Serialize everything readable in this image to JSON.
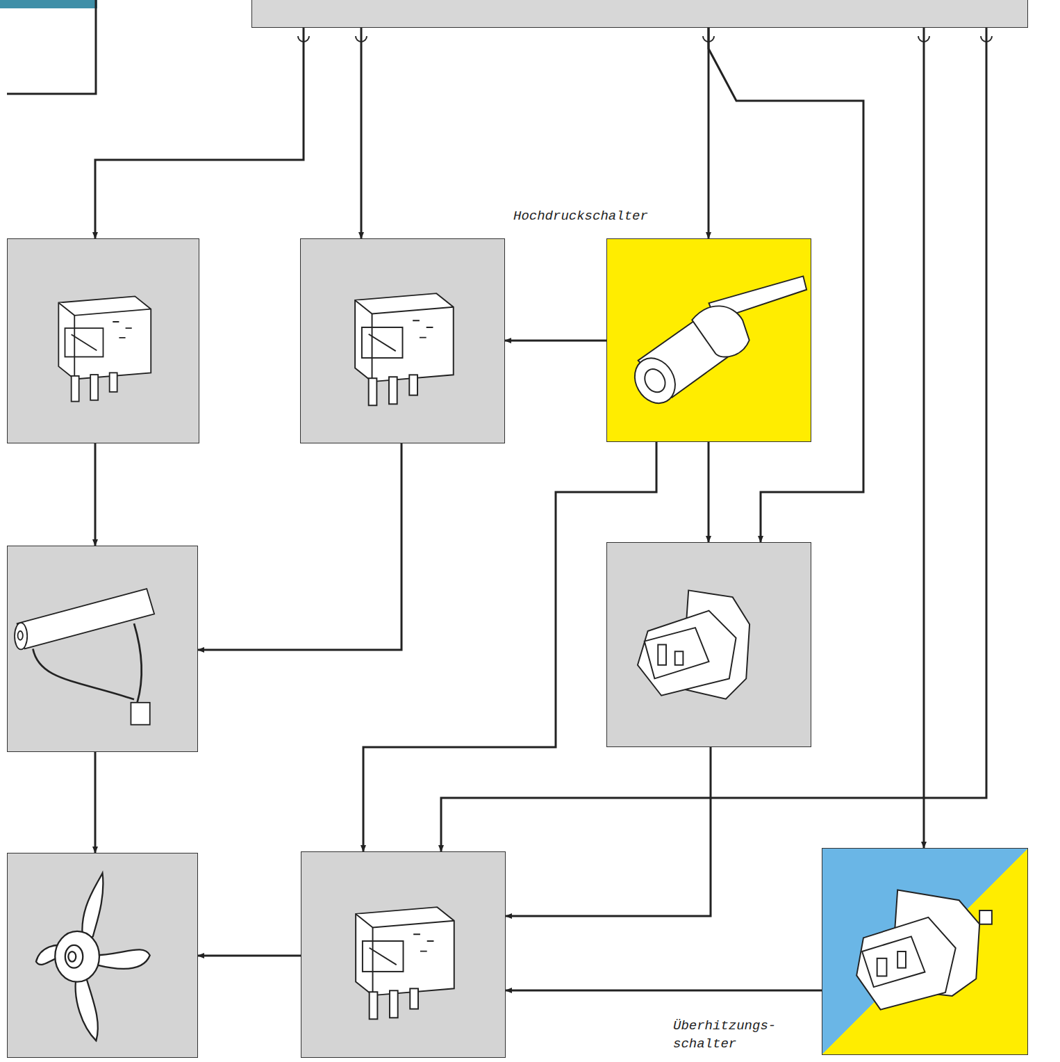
{
  "diagram": {
    "nodes": [
      {
        "text": []
      },
      {
        "text": []
      },
      {
        "text": []
      },
      {
        "text": [
          "Hochdruckschalter"
        ]
      },
      {
        "text": []
      },
      {
        "text": []
      },
      {
        "text": []
      },
      {
        "text": []
      },
      {
        "text": [
          "Überhitzungs- schalter"
        ]
      }
    ],
    "edges": [
      {
        "from": 0,
        "to": 1,
        "arrow": "to"
      },
      {
        "from": 0,
        "to": 2,
        "arrow": "to"
      },
      {
        "from": 0,
        "to": 3,
        "arrow": "to"
      },
      {
        "from": 0,
        "to": 5,
        "arrow": "to"
      },
      {
        "from": 0,
        "to": 8,
        "arrow": "to"
      },
      {
        "from": 0,
        "to": 7,
        "arrow": "to"
      },
      {
        "from": 3,
        "to": 2,
        "arrow": "to"
      },
      {
        "from": 3,
        "to": 7,
        "arrow": "to"
      },
      {
        "from": 3,
        "to": 5,
        "arrow": "to"
      },
      {
        "from": 1,
        "to": 4,
        "arrow": "to"
      },
      {
        "from": 2,
        "to": 4,
        "arrow": "to"
      },
      {
        "from": 4,
        "to": 6,
        "arrow": "to"
      },
      {
        "from": 5,
        "to": 7,
        "arrow": "to"
      },
      {
        "from": 8,
        "to": 7,
        "arrow": "to"
      },
      {
        "from": 7,
        "to": 6,
        "arrow": "to"
      }
    ]
  }
}
